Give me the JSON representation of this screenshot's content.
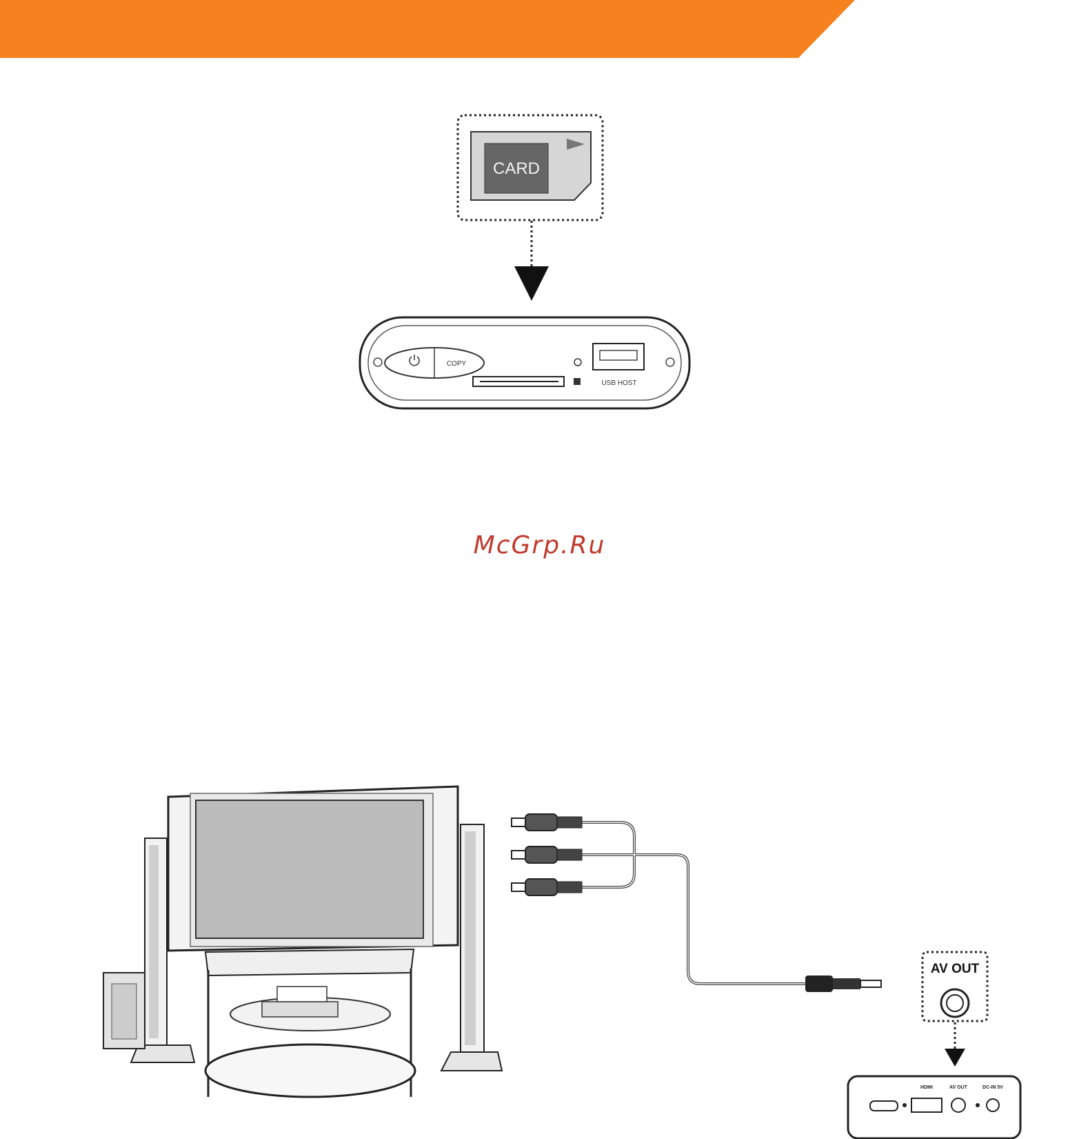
{
  "colors": {
    "banner": "#f5821f",
    "watermark": "#c0392b",
    "line": "#222222"
  },
  "card_figure": {
    "card_label": "CARD",
    "copy_label": "COPY",
    "usb_label": "USB HOST"
  },
  "watermark": "McGrp.Ru",
  "av_figure": {
    "av_out_label": "AV OUT",
    "port_labels": {
      "hdmi": "HDMI",
      "av_out": "AV OUT",
      "dc_in": "DC-IN 5V"
    }
  },
  "icons": [
    "power-icon",
    "down-arrow-icon",
    "rca-plug-icon",
    "jack-plug-icon"
  ]
}
